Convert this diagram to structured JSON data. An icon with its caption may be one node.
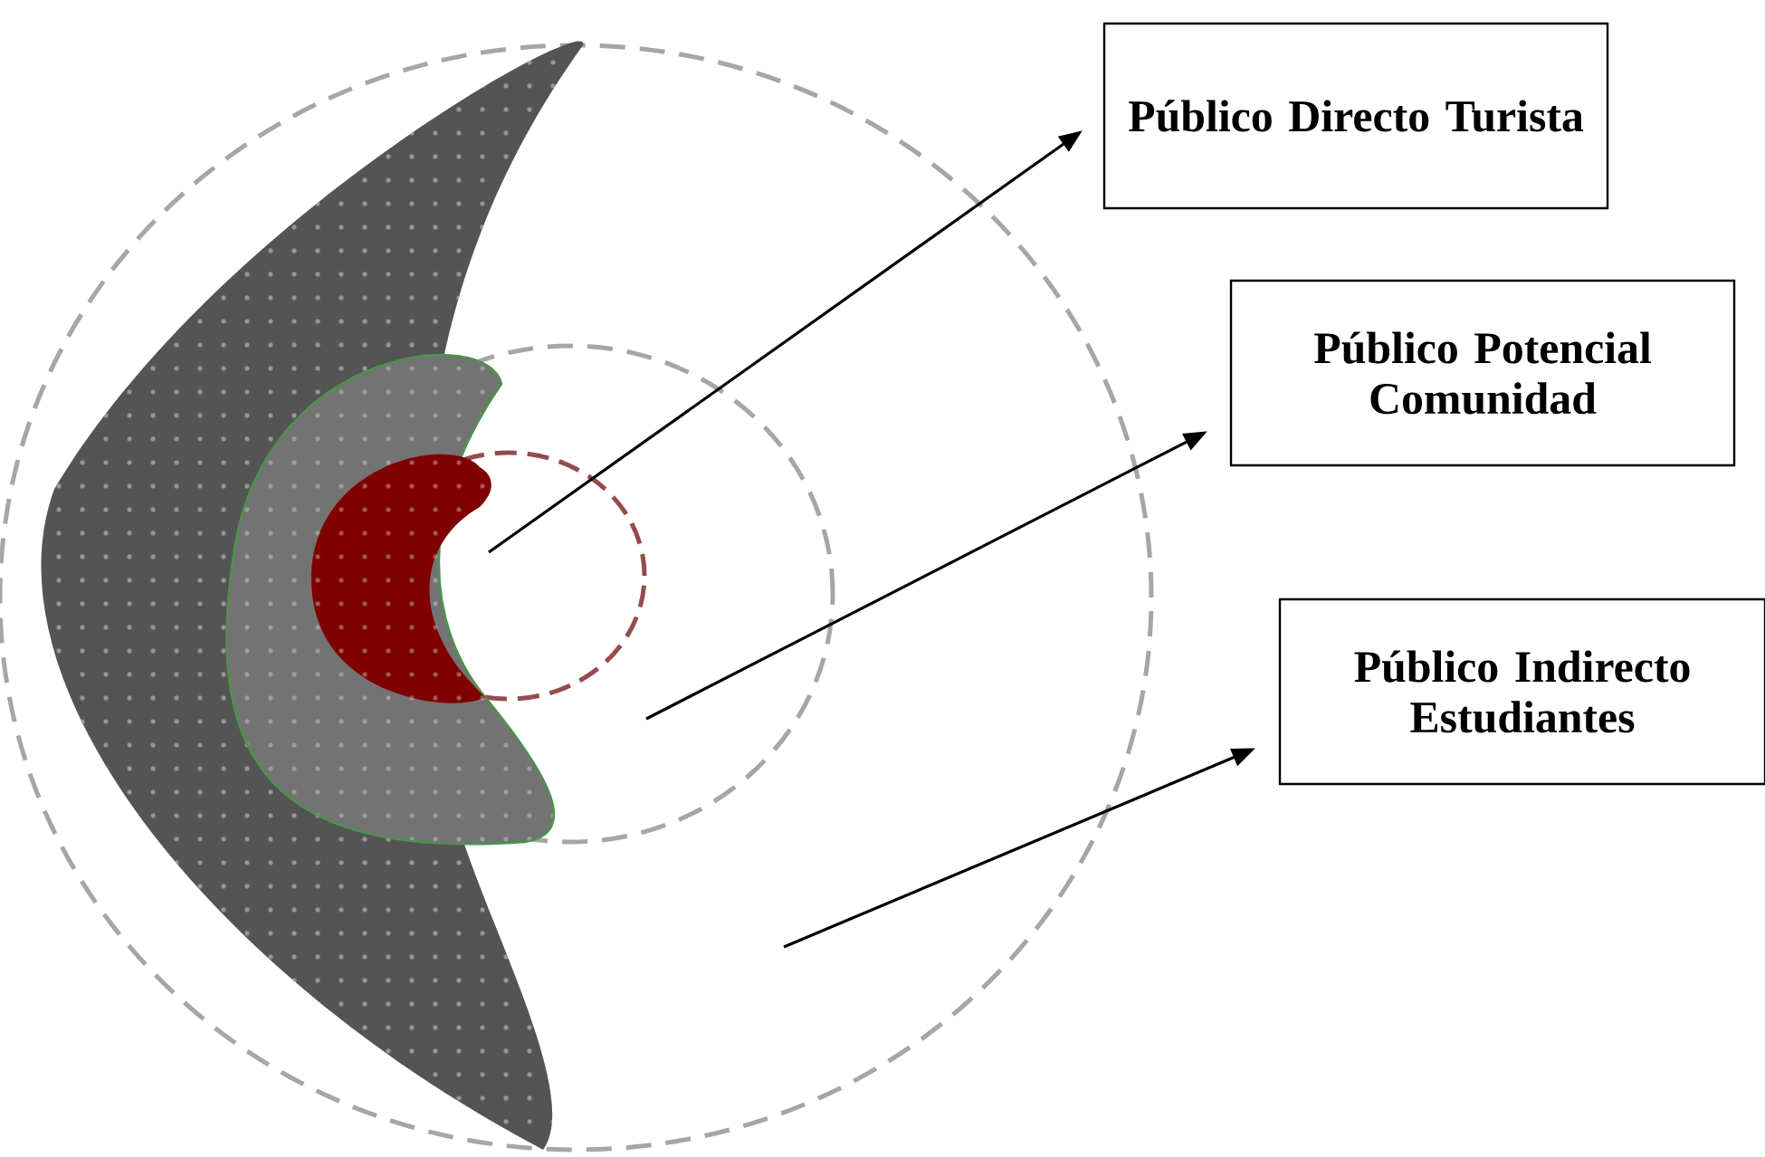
{
  "diagram": {
    "nodes": [
      {
        "text": [
          "Público Directo Turista"
        ]
      },
      {
        "text": [
          "Público Potencial Comunidad"
        ]
      },
      {
        "text": [
          "Público Indirecto Estudiantes"
        ]
      }
    ],
    "edges": [
      {
        "from": null,
        "to": 0,
        "arrow": "to"
      },
      {
        "from": null,
        "to": 1,
        "arrow": "to"
      },
      {
        "from": null,
        "to": 2,
        "arrow": "to"
      }
    ]
  }
}
